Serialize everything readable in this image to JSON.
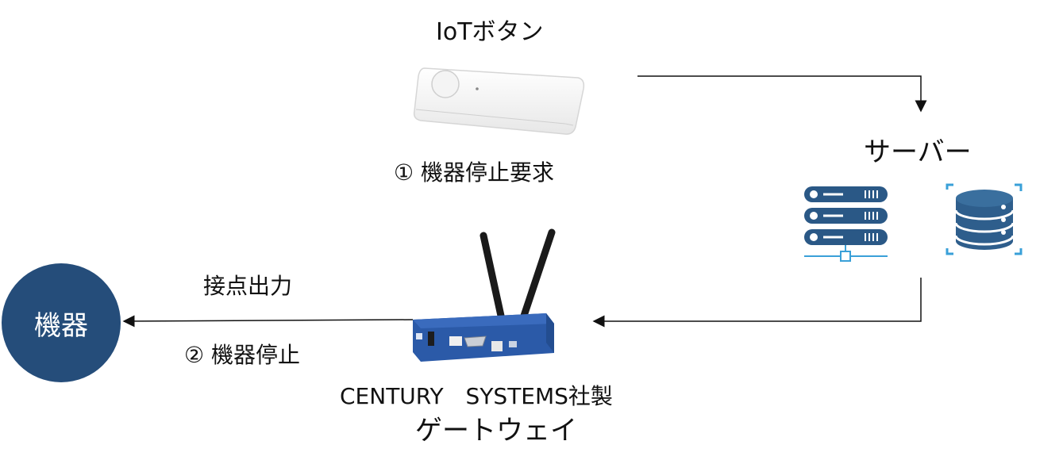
{
  "iot_button": {
    "title": "IoTボタン",
    "step_label": "① 機器停止要求"
  },
  "server": {
    "title": "サーバー"
  },
  "device": {
    "label": "機器"
  },
  "gateway": {
    "contact_output_label": "接点出力",
    "step_label": "② 機器停止",
    "maker_label": "CENTURY　SYSTEMS社製",
    "name_label": "ゲートウェイ"
  },
  "colors": {
    "server_icon": "#2a5886",
    "db_icon": "#2e5e8c",
    "accent": "#3aa0d8",
    "device": "#254d7a",
    "gateway_body": "#2b5aa8"
  }
}
